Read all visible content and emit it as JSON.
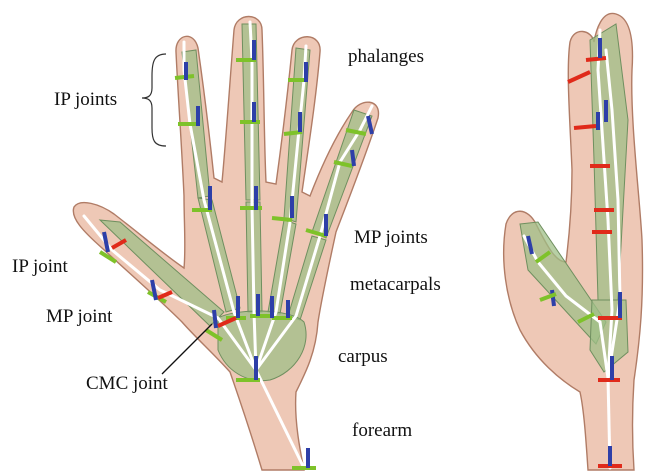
{
  "labels": {
    "phalanges": "phalanges",
    "ip_joints": "IP joints",
    "mp_joints": "MP joints",
    "metacarpals": "metacarpals",
    "ip_joint": "IP joint",
    "mp_joint": "MP joint",
    "carpus": "carpus",
    "cmc_joint": "CMC joint",
    "forearm": "forearm"
  },
  "colors": {
    "skin": "#e9b8a2",
    "skin_edge": "#b07c66",
    "bone": "#9fbf87",
    "bone_edge": "#6f8f5f",
    "skeleton_line": "#ffffff",
    "joint_axis_blue": "#2e3fa8",
    "joint_axis_green": "#7ec22a",
    "joint_axis_red": "#e02a1a",
    "background": "#ffffff"
  }
}
